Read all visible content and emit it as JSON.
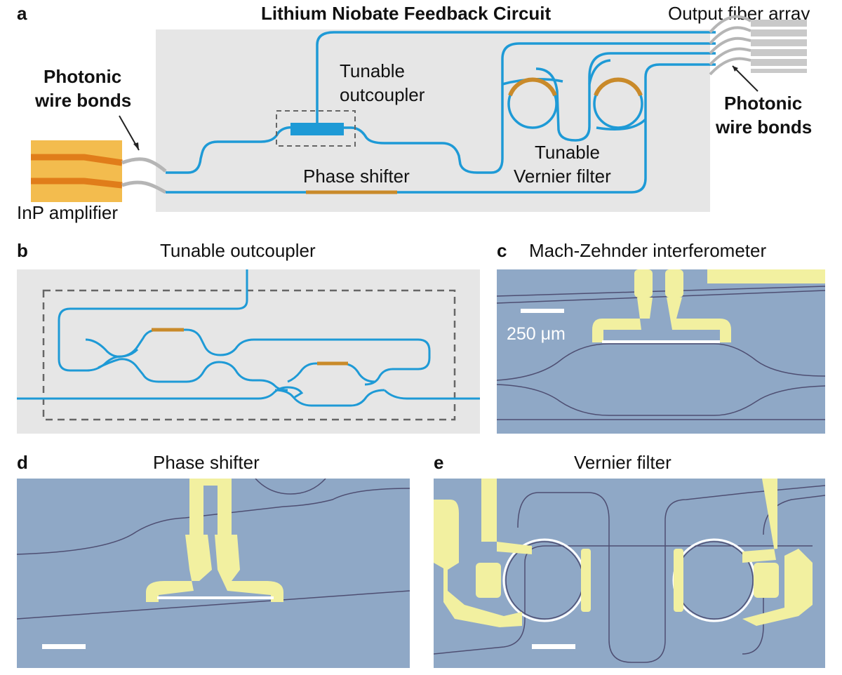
{
  "panel_a": {
    "letter": "a",
    "title": "Lithium Niobate Feedback Circuit",
    "output_fiber_array": "Output fiber array",
    "photonic_wire_bonds_left": [
      "Photonic",
      "wire bonds"
    ],
    "photonic_wire_bonds_right": [
      "Photonic",
      "wire bonds"
    ],
    "tunable_outcoupler": [
      "Tunable",
      "outcoupler"
    ],
    "tunable_vernier_filter": [
      "Tunable",
      "Vernier filter"
    ],
    "phase_shifter": "Phase shifter",
    "inp_amplifier": "InP amplifier"
  },
  "panel_b": {
    "letter": "b",
    "title": "Tunable outcoupler"
  },
  "panel_c": {
    "letter": "c",
    "title": "Mach-Zehnder interferometer",
    "scale_bar": "250 μm"
  },
  "panel_d": {
    "letter": "d",
    "title": "Phase shifter"
  },
  "panel_e": {
    "letter": "e",
    "title": "Vernier filter"
  },
  "colors": {
    "waveguide": "#1e9ad6",
    "heater": "#c98a2a",
    "chip_background": "#e6e6e6",
    "amplifier": "#f3bc4e",
    "micrograph_background": "#8fa8c6",
    "electrode": "#f2f0a0"
  }
}
